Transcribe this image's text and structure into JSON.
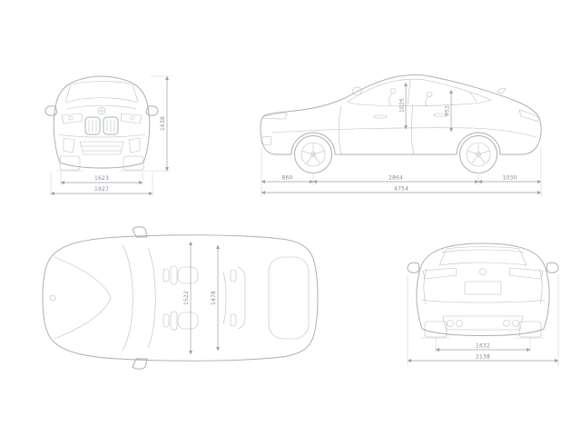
{
  "colors": {
    "background": "#ffffff",
    "car_line": "#aab1b7",
    "dimension_line": "#9aa1a8",
    "label_text": "#858d95"
  },
  "icons": {
    "front_badge": "bmw-roundel-icon",
    "rear_badge": "bmw-roundel-icon",
    "top_badge": "bmw-roundel-icon"
  },
  "dimensions": {
    "front_track": "1623",
    "overall_width": "1927",
    "overall_height": "1638",
    "front_overhang": "860",
    "wheelbase": "2864",
    "rear_overhang": "1030",
    "overall_length": "4754",
    "headroom_front": "1026",
    "headroom_rear": "952",
    "cabin_width_front": "1522",
    "cabin_width_rear": "1478",
    "rear_track": "1632",
    "width_incl_mirrors": "2138"
  }
}
